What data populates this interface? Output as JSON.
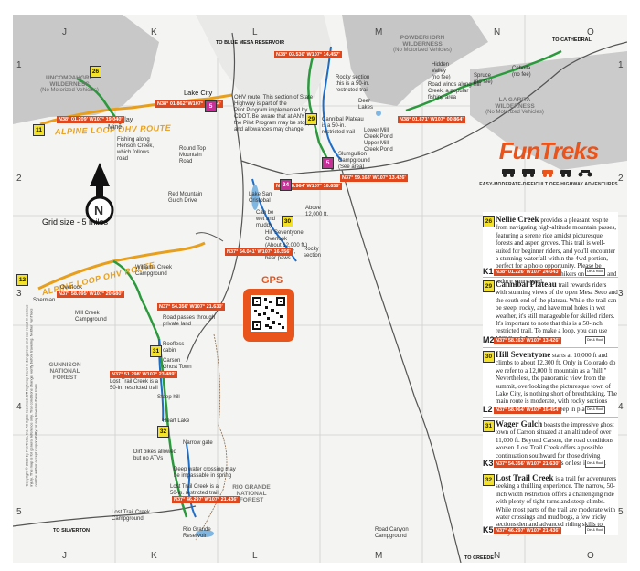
{
  "grid": {
    "columns": [
      "J",
      "K",
      "L",
      "M",
      "N",
      "O"
    ],
    "rows": [
      "1",
      "2",
      "3",
      "4",
      "5"
    ],
    "grid_size": "Grid size - 5 miles"
  },
  "compass": {
    "letter": "N"
  },
  "brand": {
    "logo": "FunTreks",
    "tagline": "EASY-MODERATE-DIFFICULT OFF-HIGHWAY ADVENTURES"
  },
  "gps": {
    "label": "GPS"
  },
  "ohv_routes": [
    "ALPINE LOOP OHV ROUTE",
    "ALPINE LOOP OHV ROUTE"
  ],
  "wilderness": [
    {
      "name": "UNCOMPAHGRE WILDERNESS",
      "note": "(No Motorized Vehicles)"
    },
    {
      "name": "POWDERHORN WILDERNESS",
      "note": "(No Motorized Vehicles)"
    },
    {
      "name": "LA GARITA WILDERNESS",
      "note": "(No Motorized Vehicles)"
    },
    {
      "name": "GUNNISON NATIONAL FOREST",
      "note": ""
    },
    {
      "name": "RIO GRANDE NATIONAL FOREST",
      "note": ""
    }
  ],
  "directions": {
    "blue_mesa": "TO BLUE MESA RESERVOIR",
    "cathedral": "TO CATHEDRAL",
    "silverton": "TO SILVERTON",
    "creede": "TO CREEDE"
  },
  "places": {
    "lake_city": "Lake City",
    "ute_ulay": "Ute-Ulay\nMine",
    "fishing": "Fishing along\nHenson Creek,\nwhich follows\nroad",
    "round_top": "Round Top\nMountain\nRoad",
    "red_mountain": "Red Mountain\nGulch Drive",
    "lake_san_cristobal": "Lake San\nCristobal",
    "can_be_wet": "Can be\nwet and\nmuddy",
    "hill_seventyone": "Hill Seventyone\nOverlook\n(About 12,000 ft.)",
    "radio_tower": "Radio tower,\nbear paws",
    "rocky": "Rocky\nsection",
    "above_12000": "Above\n12,000 ft.",
    "williams_creek": "Williams Creek\nCampground",
    "overlook": "Overlook",
    "sherman": "Sherman",
    "mill_creek": "Mill Creek\nCampground",
    "road_passes": "Road passes through\nprivate land",
    "roofless": "Roofless\ncabin",
    "carson": "Carson\nGhost Town",
    "lost_trail_50": "Lost Trail Creek is a\n50-in. restricted trail",
    "steep_hill": "Steep hill",
    "heart_lake": "Heart Lake",
    "narrow_gate": "Narrow gate",
    "dirt_bikes": "Dirt bikes allowed\nbut no ATVs",
    "deep_water": "Deep water crossing may\nbe impassable in spring",
    "lost_trail_50b": "Lost Trail Creek is a\n50-in. restricted trail",
    "lost_trail_cg": "Lost Trail Creek\nCampground",
    "rio_grande": "Rio Grande\nReservoir",
    "road_canyon": "Road Canyon\nCampground",
    "rocky_section_50": "Rocky section\nthis is a 50-in.\nrestricted trail",
    "deer_lakes": "Deer\nLakes",
    "cannibal_plateau": "Cannibal Plateau\nis a 50-in.\nrestricted trail",
    "upper_mill": "Upper Mill\nCreek Pond",
    "lower_mill": "Lower Mill\nCreek Pond",
    "slumgullion": "Slumgullion\nCampground\n(See area)",
    "hidden_valley": "Hidden\nValley\n(no fee)",
    "spruce": "Spruce\n(no fee)",
    "cebolla": "Cebolla\n(no fee)",
    "road_winds": "Road winds along Hill\nCreek, a popular\nfishing area",
    "ohv_note": "OHV route. This section of State\nHighway is part of the\nPilot Program implemented by\nCDOT. Be aware that at ANY time,\nthe Pilot Program may be stopped\nand allowances may change."
  },
  "coords": [
    "N38° 03.530' W107° 14.457'",
    "N38° 01.209' W107° 19.040'",
    "N38° 01.862' W107° 18.764'",
    "N38° 01.871' W107° 00.864'",
    "N37° 59.163' W107° 13.426'",
    "N37° 58.964' W107° 16.656'",
    "N37° 54.041' W107° 16.556'",
    "N37° 54.356' W107° 21.630'",
    "N37° 58.095' W107° 20.680'",
    "N37° 51.298' W107° 23.489'",
    "N37° 46.297' W107° 21.436'"
  ],
  "route_badges": [
    "26",
    "11",
    "5",
    "29",
    "5",
    "30",
    "12",
    "31",
    "32",
    "24"
  ],
  "trails": [
    {
      "num": "26",
      "name": "Nellie Creek",
      "desc": "provides a pleasant respite from navigating high-altitude mountain passes, featuring a serene ride amidst picturesque forests and aspen groves. This trail is well-suited for beginner riders, and you'll encounter a stunning waterfall within the 4wd portion, perfect for a photo opportunity. Please be mindful of the numerous hikers on the trail and reduce your speed.",
      "grid": "K1",
      "gps": "N38° 01.226' W107° 24.043'",
      "btn": "Dirt & Rock"
    },
    {
      "num": "29",
      "name": "Cannibal Plateau",
      "desc": "trail rewards riders with stunning views of the open Mesa Seco and the south end of the plateau. While the trail can be steep, rocky, and have mud holes in wet weather, it's still manageable for skilled riders. It's important to note that this is a 50-inch restricted trail. To make a loop, you can use Mill Creek Road.",
      "grid": "M2",
      "gps": "N37° 58.163' W107° 13.426'",
      "btn": "Dirt & Rock"
    },
    {
      "num": "30",
      "name": "Hill Seventyone",
      "desc": "starts at 10,000 ft and climbs to about 12,300 ft. Only in Colorado do we refer to a 12,000 ft mountain as a \"hill.\" Nevertheless, the panoramic view from the summit, overlooking the picturesque town of Lake City, is nothing short of breathtaking. The main route is moderate, with rocky sections and can be deceptively steep in places.",
      "grid": "L2",
      "gps": "N37° 58.964' W107° 16.454'",
      "btn": "Dirt & Rock"
    },
    {
      "num": "31",
      "name": "Wager Gulch",
      "desc": "boasts the impressive ghost town of Carson situated at an altitude of over 11,000 ft. Beyond Carson, the road conditions worsen. Lost Trail Creek offers a possible continuation southward for those driving vehicles that are 50-inches or less in width.",
      "grid": "K3",
      "gps": "N37° 54.356' W107° 21.630'",
      "btn": "Dirt & Rock"
    },
    {
      "num": "32",
      "name": "Lost Trail Creek",
      "desc": "is a trail for adventurers seeking a thrilling experience. The narrow, 50-inch width restriction offers a challenging ride with plenty of tight turns and steep climbs. While most parts of the trail are moderate with water crossings and mud bogs, a few tricky sections demand advanced riding skills to navigate.",
      "grid": "K5",
      "gps": "N37° 46.297' W107° 21.436'",
      "btn": "Dirt & Rock"
    }
  ],
  "copyright": "Copyright © 2023 by FunTreks, Inc. All rights reserved. Off-highway travel is dangerous and can result in serious injury. This map is for general reference only. Trail conditions change; verify before traveling. Neither FunTreks nor the author accept responsibility for any travel on these trails.",
  "colors": {
    "route": "#f3e12a",
    "badge_outline": "#333333",
    "coord_box": "#e0471c",
    "road_orange": "#e8a01c",
    "trail_green": "#2a9a3c",
    "trail_blue": "#1e6ec8",
    "wilderness_gray": "#bdbdbd",
    "road_gray": "#555555",
    "brand": "#e8541c"
  }
}
